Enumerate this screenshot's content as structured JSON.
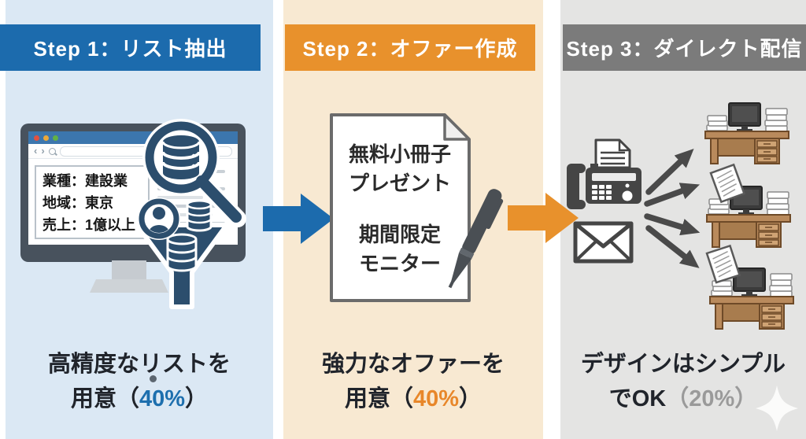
{
  "steps": [
    {
      "header": "Step 1：リスト抽出",
      "header_bg": "#1c6bad",
      "column_bg": "#dbe8f4",
      "caption_line1": "高精度なリストを",
      "caption_line2_prefix": "用意（",
      "caption_value": "40%",
      "caption_line2_suffix": "）",
      "value_color": "#1d6fae"
    },
    {
      "header": "Step 2：オファー作成",
      "header_bg": "#e8912c",
      "column_bg": "#f8e9d2",
      "caption_line1": "強力なオファーを",
      "caption_line2_prefix": "用意（",
      "caption_value": "40%",
      "caption_line2_suffix": "）",
      "value_color": "#e8872a"
    },
    {
      "header": "Step 3：ダイレクト配信",
      "header_bg": "#7b7b7b",
      "column_bg": "#e4e4e3",
      "caption_line1": "デザインはシンプル",
      "caption_line2_prefix": "でOK",
      "caption_value": "（20%）",
      "caption_line2_suffix": "",
      "value_color": "#9a9a9a"
    }
  ],
  "step1_illustration": {
    "browser_back": "‹",
    "browser_forward": "›",
    "filter_lines": [
      "業種：建設業",
      "地域：東京",
      "売上：1億以上"
    ]
  },
  "step2_illustration": {
    "sheet_lines": [
      "無料小冊子",
      "プレゼント",
      "期間限定",
      "モニター"
    ]
  },
  "arrows": {
    "step1_to_step2": "#1c6bad",
    "step2_to_step3": "#e8912c",
    "broadcast": "#4a4a4a"
  },
  "icons": {
    "step1": [
      "magnifier-database-icon",
      "funnel-icon",
      "person-icon",
      "database-icon",
      "desktop-monitor-icon"
    ],
    "step2": [
      "document-sheet-icon",
      "pen-icon"
    ],
    "step3": [
      "fax-icon",
      "envelope-icon",
      "desk-computer-icon",
      "flying-paper-icon"
    ],
    "decoration": [
      "sparkle-icon",
      "traffic-light-dots"
    ]
  },
  "palette": {
    "navy_icon": "#2c4e6d",
    "dark_icon_gray": "#454545",
    "desk_brown": "#b98a5c",
    "caption_text": "#20242b"
  }
}
